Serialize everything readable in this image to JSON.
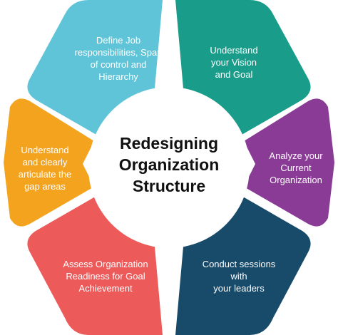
{
  "center_title": "Redesigning\nOrganization\nStructure",
  "segments": [
    {
      "label": "Understand\nyour Vision\nand Goal",
      "color": "#1a9c8a"
    },
    {
      "label": "Analyze your\nCurrent\nOrganization",
      "color": "#8a3b96"
    },
    {
      "label": "Conduct sessions\nwith\nyour leaders",
      "color": "#184a6a"
    },
    {
      "label": "Assess Organization\nReadiness for Goal\nAchievement",
      "color": "#ec5a5a"
    },
    {
      "label": "Understand\nand clearly\narticulate the\ngap areas",
      "color": "#f4a31e"
    },
    {
      "label": "Define Job\nresponsibilities, Span\nof control and\nHierarchy",
      "color": "#5fc4d8"
    }
  ]
}
